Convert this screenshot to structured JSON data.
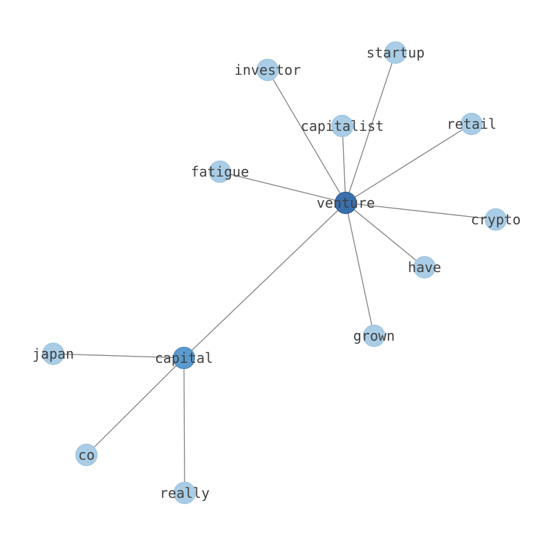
{
  "colors": {
    "hub": "#3a6fad",
    "hub_stroke": "#2f5d95",
    "mid": "#5b9bcf",
    "mid_stroke": "#4b86b8",
    "leaf": "#a9cde6",
    "leaf_stroke": "#9cc3df",
    "edge": "#808080",
    "label": "#404040"
  },
  "nodes": [
    {
      "id": "venture",
      "label": "venture",
      "level": "hub"
    },
    {
      "id": "capital",
      "label": "capital",
      "level": "mid"
    },
    {
      "id": "startup",
      "label": "startup",
      "level": "leaf"
    },
    {
      "id": "investor",
      "label": "investor",
      "level": "leaf"
    },
    {
      "id": "capitalist",
      "label": "capitalist",
      "level": "leaf"
    },
    {
      "id": "retail",
      "label": "retail",
      "level": "leaf"
    },
    {
      "id": "fatigue",
      "label": "fatigue",
      "level": "leaf"
    },
    {
      "id": "crypto",
      "label": "crypto",
      "level": "leaf"
    },
    {
      "id": "have",
      "label": "have",
      "level": "leaf"
    },
    {
      "id": "grown",
      "label": "grown",
      "level": "leaf"
    },
    {
      "id": "japan",
      "label": "japan",
      "level": "leaf"
    },
    {
      "id": "co",
      "label": "co",
      "level": "leaf"
    },
    {
      "id": "really",
      "label": "really",
      "level": "leaf"
    }
  ],
  "edges": [
    [
      "venture",
      "startup"
    ],
    [
      "venture",
      "investor"
    ],
    [
      "venture",
      "capitalist"
    ],
    [
      "venture",
      "retail"
    ],
    [
      "venture",
      "fatigue"
    ],
    [
      "venture",
      "crypto"
    ],
    [
      "venture",
      "have"
    ],
    [
      "venture",
      "grown"
    ],
    [
      "venture",
      "capital"
    ],
    [
      "capital",
      "japan"
    ],
    [
      "capital",
      "co"
    ],
    [
      "capital",
      "really"
    ]
  ]
}
